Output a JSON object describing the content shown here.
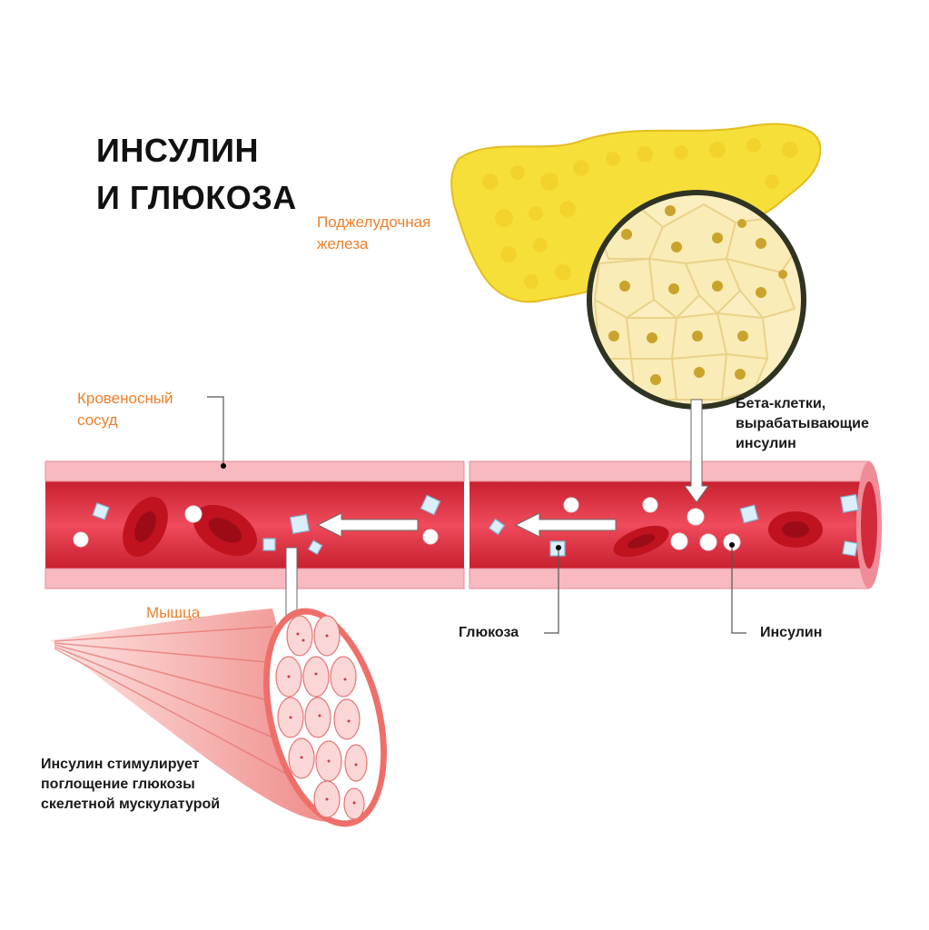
{
  "title": "ИНСУЛИН\nИ ГЛЮКОЗА",
  "labels": {
    "pancreas": "Поджелудочная\nжелеза",
    "vessel": "Кровеносный\nсосуд",
    "muscle": "Мышца",
    "beta_cells": "Бета-клетки,\nвырабатывающие\nинсулин",
    "glucose": "Глюкоза",
    "insulin": "Инсулин",
    "caption": "Инсулин стимулирует\nпоглощение глюкозы\nскелетной мускулатурой"
  },
  "colors": {
    "label_orange": "#ef7f2a",
    "pancreas_yellow": "#f7df3a",
    "vessel_red": "#e8334a",
    "vessel_wall": "#f6a9b3",
    "blood_cell": "#c0121f",
    "muscle_pink": "#f4a3a3"
  }
}
